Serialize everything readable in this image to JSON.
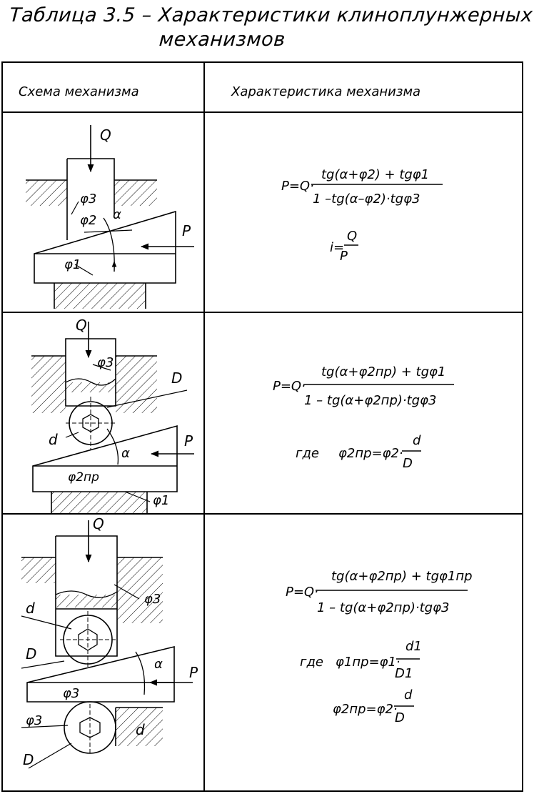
{
  "title": {
    "line1": "Таблица 3.5 – Характеристики клиноплунжерных",
    "line2": "механизмов"
  },
  "columns": {
    "scheme": "Схема механизма",
    "characteristic": "Характеристика механизма"
  },
  "rows": [
    {
      "scheme_labels": {
        "Q": "Q",
        "P": "P",
        "phi3": "φ3",
        "phi2": "φ2",
        "alpha": "α",
        "phi1": "φ1"
      },
      "formula": {
        "lhs": "P=Q·",
        "numerator": "tg(α+φ2) + tgφ1",
        "denominator": "1 –tg(α–φ2)·tgφ3",
        "ratio_lhs": "i=",
        "ratio_num": "Q",
        "ratio_den": "P"
      }
    },
    {
      "scheme_labels": {
        "Q": "Q",
        "P": "P",
        "phi3": "φ3",
        "D": "D",
        "d": "d",
        "alpha": "α",
        "phi2pr": "φ2пр",
        "phi1": "φ1"
      },
      "formula": {
        "lhs": "P=Q·",
        "numerator": "tg(α+φ2пр) + tgφ1",
        "denominator": "1 – tg(α+φ2пр)·tgφ3",
        "where": "где",
        "def_lhs": "φ2пр=φ2·",
        "def_num": "d",
        "def_den": "D"
      }
    },
    {
      "scheme_labels": {
        "Q": "Q",
        "P": "P",
        "phi3a": "φ3",
        "d_top": "d",
        "D_top": "D",
        "alpha": "α",
        "phi3b": "φ3",
        "phi3c": "φ3",
        "d_bot": "d",
        "D_bot": "D"
      },
      "formula": {
        "lhs": "P=Q·",
        "numerator": "tg(α+φ2пр) + tgφ1пр",
        "denominator": "1 – tg(α+φ2пр)·tgφ3",
        "where": "где",
        "def1_lhs": "φ1пр=φ1·",
        "def1_num": "d1",
        "def1_den": "D1",
        "def2_lhs": "φ2пр=φ2·",
        "def2_num": "d",
        "def2_den": "D"
      }
    }
  ]
}
